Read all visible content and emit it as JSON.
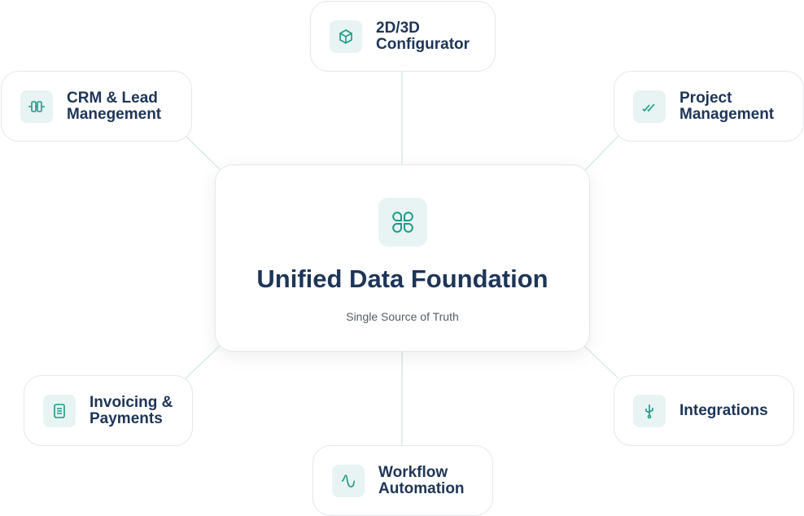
{
  "center": {
    "title": "Unified Data Foundation",
    "subtitle": "Single Source of Truth",
    "icon": "grid-icon"
  },
  "modules": [
    {
      "label": "2D/3D\nConfigurator",
      "icon": "cube-icon"
    },
    {
      "label": "CRM & Lead\nManegement",
      "icon": "component-icon"
    },
    {
      "label": "Project\nManagement",
      "icon": "check-double-icon"
    },
    {
      "label": "Invoicing &\nPayments",
      "icon": "receipt-icon"
    },
    {
      "label": "Integrations",
      "icon": "usb-icon"
    },
    {
      "label": "Workflow\nAutomation",
      "icon": "wave-icon"
    }
  ],
  "colors": {
    "accent": "#1a9a85",
    "text": "#1d3557",
    "line": "#cfe6e2"
  }
}
